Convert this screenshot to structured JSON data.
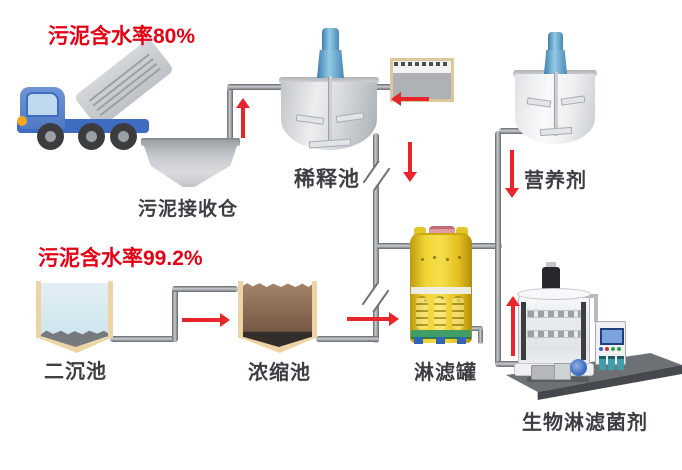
{
  "texts": {
    "moisture80": "污泥含水率80%",
    "moisture992": "污泥含水率99.2%",
    "receiving_bin": "污泥接收仓",
    "dilution_tank": "稀释池",
    "nutrient": "营养剂",
    "secondary_clarifier": "二沉池",
    "thickening_tank": "浓缩池",
    "leaching_tank": "淋滤罐",
    "bioleaching_agent": "生物淋滤菌剂"
  },
  "flow_arrows": [
    {
      "id": "hopper-to-dilution",
      "direction": "up"
    },
    {
      "id": "dosebox-to-dilution",
      "direction": "left"
    },
    {
      "id": "dilution-down",
      "direction": "down"
    },
    {
      "id": "nutrient-down",
      "direction": "down"
    },
    {
      "id": "clarifier-to-thickener",
      "direction": "right"
    },
    {
      "id": "thickener-to-leaching",
      "direction": "right"
    },
    {
      "id": "bioleach-up",
      "direction": "up"
    }
  ],
  "colors": {
    "annotation_red": "#e60014",
    "arrow_red": "#e8252a",
    "label_dark": "#3b3e42",
    "pipe_gray": "#8e9296",
    "truck_blue": "#4f7ac4",
    "tank_yellow": "#eecd2a",
    "wall_tan": "#eed4a2",
    "water_blue": "#cfe4ee",
    "sludge_brown": "#8a6952",
    "platform_gray": "#6d7175"
  }
}
